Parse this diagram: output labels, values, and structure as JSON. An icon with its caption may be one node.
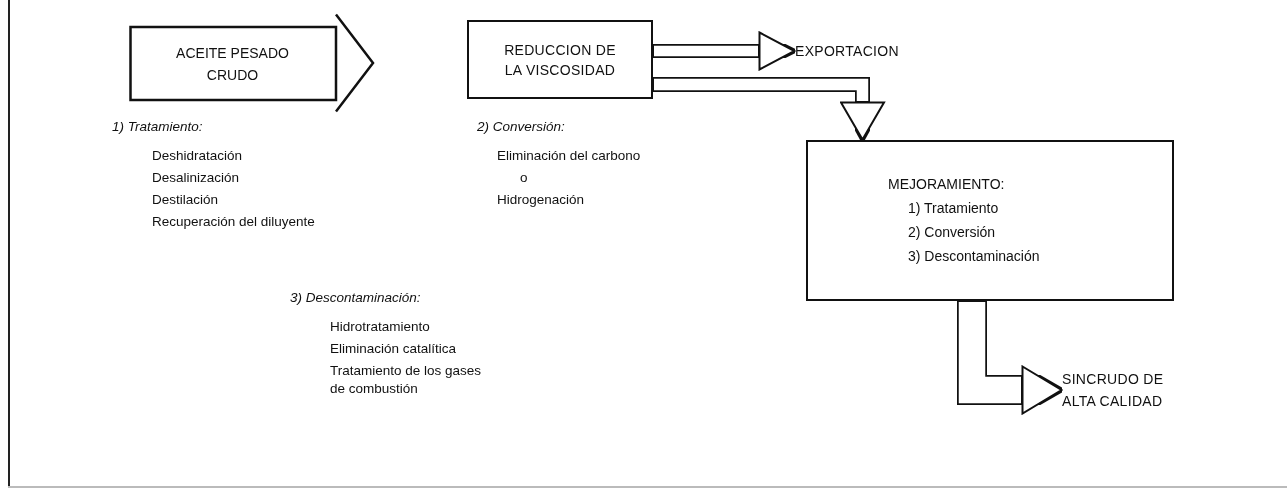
{
  "diagram": {
    "nodes": [
      {
        "text": [
          "ACEITE PESADO CRUDO"
        ]
      },
      {
        "text": [
          "REDUCCION DE LA VISCOSIDAD"
        ]
      },
      {
        "text": [
          "EXPORTACION"
        ]
      },
      {
        "text": [
          "MEJORAMIENTO:",
          "1) Tratamiento",
          "2) Conversión",
          "3) Descontaminación"
        ]
      },
      {
        "text": [
          "SINCRUDO DE ALTA CALIDAD"
        ]
      }
    ],
    "edges": [
      {
        "from": 1,
        "to": 2,
        "arrow": "to"
      },
      {
        "from": 1,
        "to": 3,
        "arrow": "to"
      },
      {
        "from": 3,
        "to": 4,
        "arrow": "to",
        "style": "thick"
      }
    ],
    "labels": [
      "1) Tratamiento:",
      "Deshidratación",
      "Desalinización",
      "Destilación",
      "Recuperación del diluyente",
      "2) Conversión:",
      "Eliminación del carbono",
      "o",
      "Hidrogenación",
      "3) Descontaminación:",
      "Hidrotratamiento",
      "Eliminación catalítica",
      "Tratamiento de los gases de combustión"
    ]
  }
}
